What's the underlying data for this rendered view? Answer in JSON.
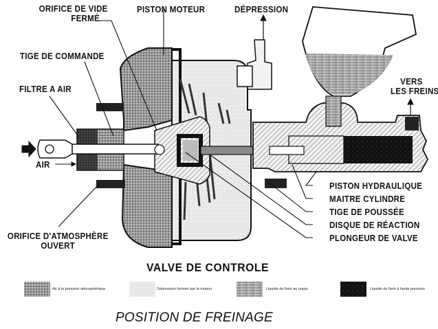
{
  "diagram": {
    "title": "VALVE DE CONTROLE",
    "caption": "POSITION DE FREINAGE",
    "labels": {
      "orifice_vide": [
        "ORIFICE DE VIDE",
        "FERMÉ"
      ],
      "piston_moteur": "PISTON MOTEUR",
      "depression": "DÉPRESSION",
      "tige_commande": "TIGE DE COMMANDE",
      "filtre_air": "FILTRE A AIR",
      "air": "AIR",
      "vers_freins": [
        "VERS",
        "LES FREINS"
      ],
      "orifice_atmosphere": [
        "ORIFICE D'ATMOSPHÈRE",
        "OUVERT"
      ],
      "piston_hydraulique": "PISTON HYDRAULIQUE",
      "maitre_cylindre": "MAITRE CYLINDRE",
      "tige_poussee": "TIGE DE POUSSÉE",
      "disque_reaction": "DISQUE DE RÉACTION",
      "plongeur_valve": "PLONGEUR DE VALVE"
    },
    "legend": [
      {
        "label": "Air à la pression atmosphérique",
        "pattern": "medium-gray-dots"
      },
      {
        "label": "Dépression formée par le moteur",
        "pattern": "light-gray-speckle"
      },
      {
        "label": "Liquide de frein au repos",
        "pattern": "light-gray-streaks"
      },
      {
        "label": "Liquide de frein à haute pression",
        "pattern": "black"
      }
    ]
  }
}
